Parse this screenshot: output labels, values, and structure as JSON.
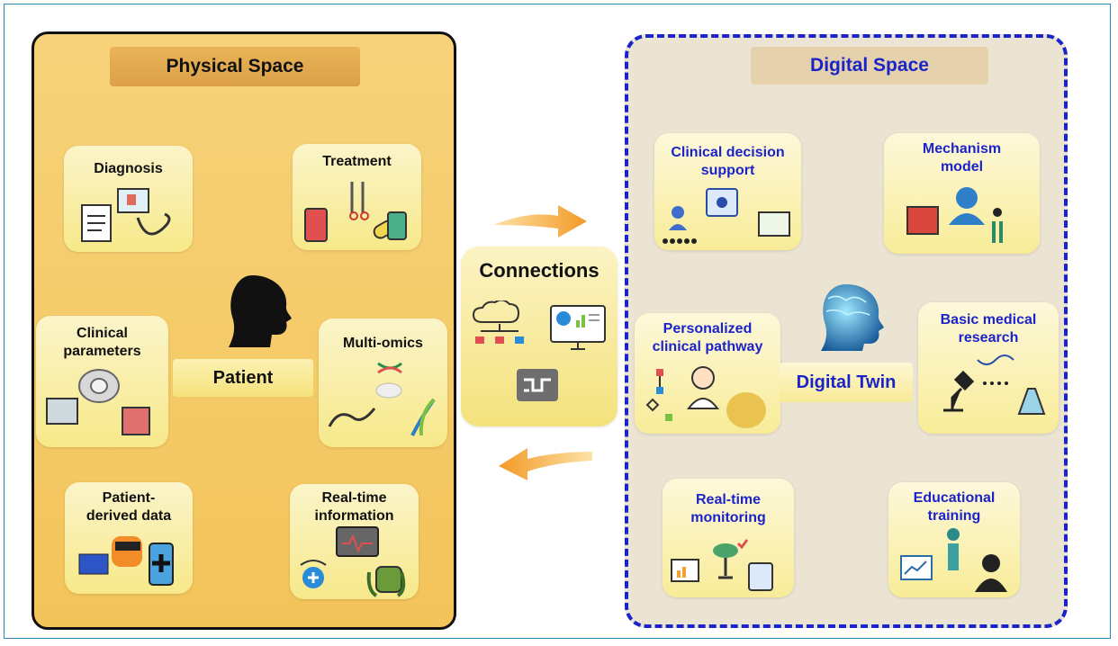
{
  "physical": {
    "title": "Physical Space",
    "cards": {
      "diagnosis": "Diagnosis",
      "treatment": "Treatment",
      "clinical_parameters": "Clinical parameters",
      "multi_omics": "Multi-omics",
      "patient_derived": "Patient- derived data",
      "realtime_info": "Real-time information"
    },
    "patient": "Patient"
  },
  "connections": {
    "title": "Connections"
  },
  "digital": {
    "title": "Digital Space",
    "cards": {
      "decision_support": "Clinical decision support",
      "mechanism_model": "Mechanism model",
      "pathway": "Personalized clinical pathway",
      "basic_research": "Basic medical research",
      "monitoring": "Real-time monitoring",
      "education": "Educational training"
    },
    "twin": "Digital Twin"
  },
  "colors": {
    "digital_accent": "#1b24c9",
    "arrow": "#f0a030",
    "physical_bg": "#f3c45a"
  }
}
